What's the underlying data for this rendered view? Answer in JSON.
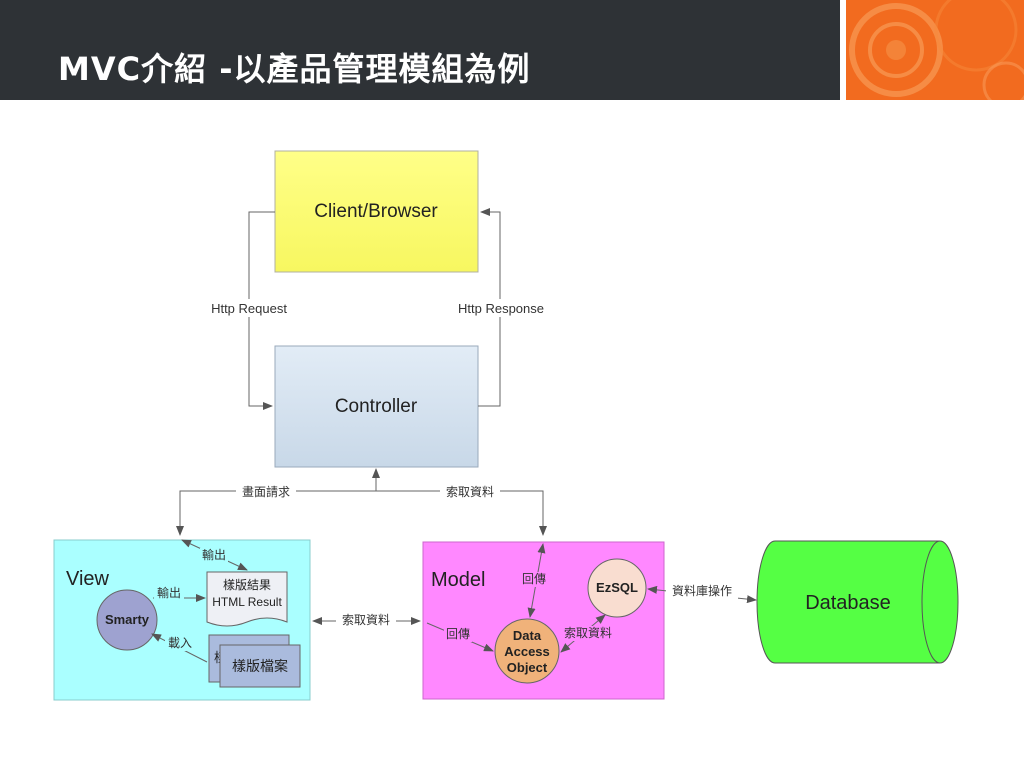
{
  "slide": {
    "title": "MVC介紹 -以產品管理模組為例"
  },
  "diagram": {
    "nodes": {
      "client": "Client/Browser",
      "controller": "Controller",
      "view": "View",
      "model": "Model",
      "database": "Database",
      "smarty": "Smarty",
      "template_result_line1": "樣版結果",
      "template_result_line2": "HTML Result",
      "template_file": "樣版檔案",
      "template_file_back": "樣",
      "ezsql": "EzSQL",
      "dao_line1": "Data",
      "dao_line2": "Access",
      "dao_line3": "Object"
    },
    "edges": {
      "http_request": "Http Request",
      "http_response": "Http Response",
      "screen_request": "畫面請求",
      "fetch_data_top": "索取資料",
      "output_top": "輸出",
      "output_smarty": "輸出",
      "load": "載入",
      "fetch_data_mid": "索取資料",
      "return_left": "回傳",
      "return_top": "回傳",
      "fetch_data_dao": "索取資料",
      "db_operation": "資料庫操作"
    }
  },
  "colors": {
    "header_bg": "#2e3236",
    "accent_orange": "#f26b1f",
    "client_fill": "#ffff77",
    "controller_fill": "#d4e1ee",
    "view_fill": "#aaffff",
    "model_fill": "#ff88ff",
    "database_fill": "#55ff44",
    "dao_fill": "#f0b27a",
    "ezsql_fill": "#f9ddd0",
    "smarty_fill": "#9b9fcc"
  }
}
